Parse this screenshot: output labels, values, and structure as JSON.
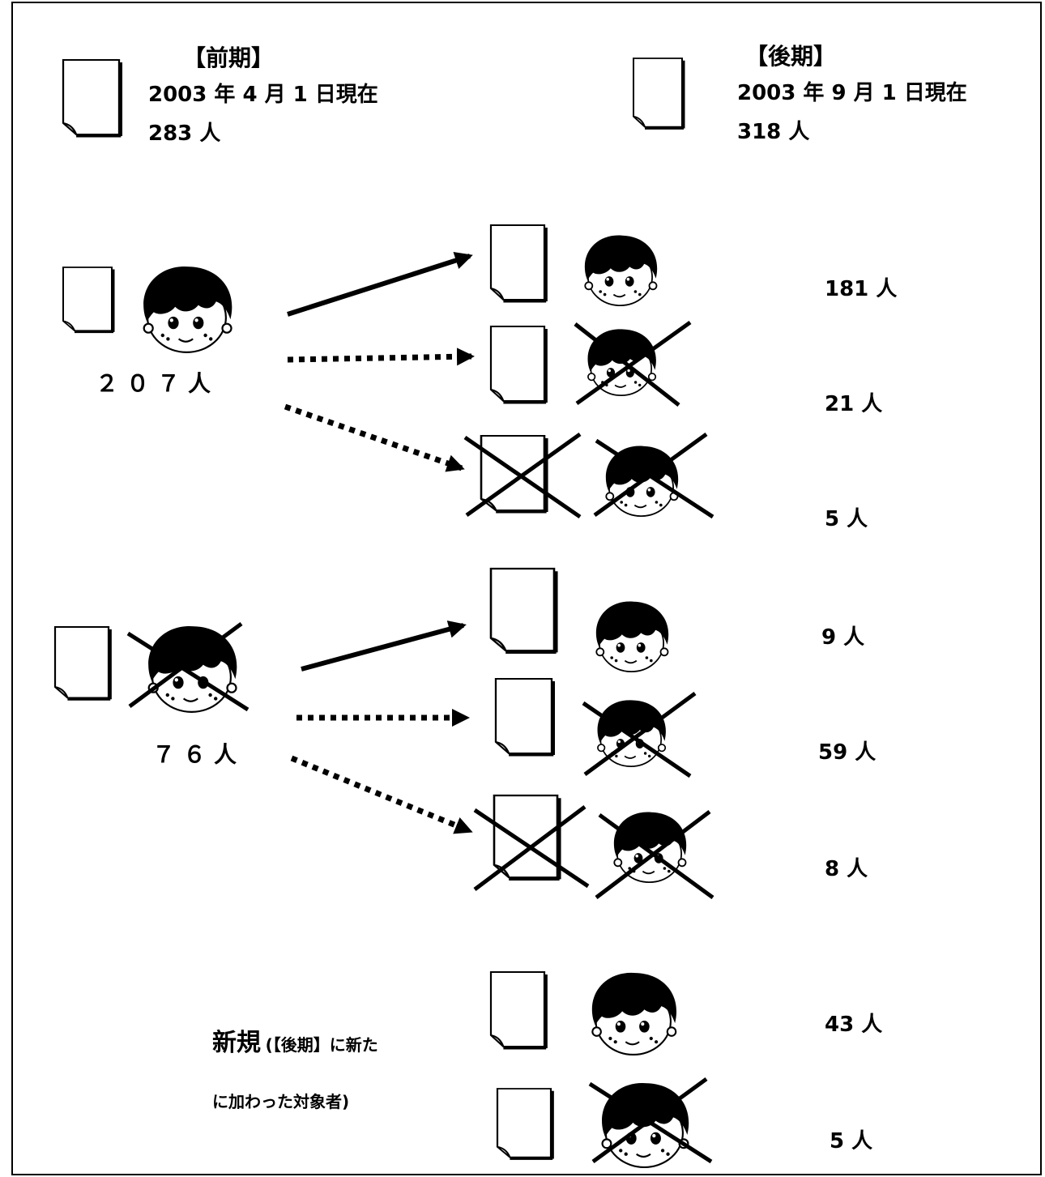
{
  "header": {
    "before": {
      "title": "【前期】",
      "date": "2003 年 4 月 1 日現在",
      "count": "283 人"
    },
    "after": {
      "title": "【後期】",
      "date": "2003 年 9 月 1 日現在",
      "count": "318 人"
    }
  },
  "groups": [
    {
      "count": "２０７人",
      "outcomes": [
        "181 人",
        "21 人",
        "5 人"
      ]
    },
    {
      "count": "７６人",
      "outcomes": [
        "9 人",
        "59 人",
        "8 人"
      ]
    }
  ],
  "new_group": {
    "label": "新規",
    "note_line1": "(【後期】に新た",
    "note_line2": "に加わった対象者)",
    "outcomes": [
      "43 人",
      "5 人"
    ]
  },
  "icons": [
    "document-icon",
    "child-face-icon",
    "cross-mark"
  ],
  "line_styles": [
    "solid-arrow",
    "dotted-arrow"
  ]
}
